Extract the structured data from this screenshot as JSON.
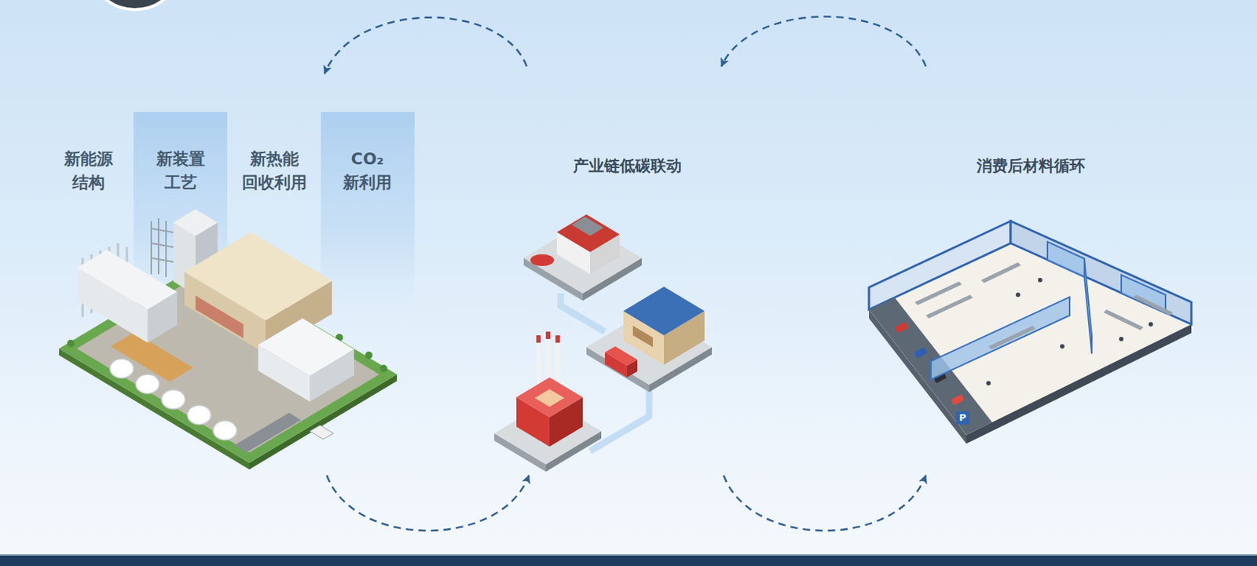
{
  "diagram": {
    "nodes": [
      {
        "text": [
          "新能源 结构",
          "新装置 工艺",
          "新热能 回收利用",
          "CO₂ 新利用"
        ]
      },
      {
        "text": [
          "产业链低碳联动"
        ]
      },
      {
        "text": [
          "消费后材料循环"
        ]
      }
    ],
    "edges": [
      {
        "from": 1,
        "to": 0,
        "arrow": "to"
      },
      {
        "from": 2,
        "to": 1,
        "arrow": "to"
      },
      {
        "from": 0,
        "to": 1,
        "arrow": "to"
      },
      {
        "from": 1,
        "to": 2,
        "arrow": "to"
      }
    ],
    "labels": [
      "P"
    ]
  }
}
